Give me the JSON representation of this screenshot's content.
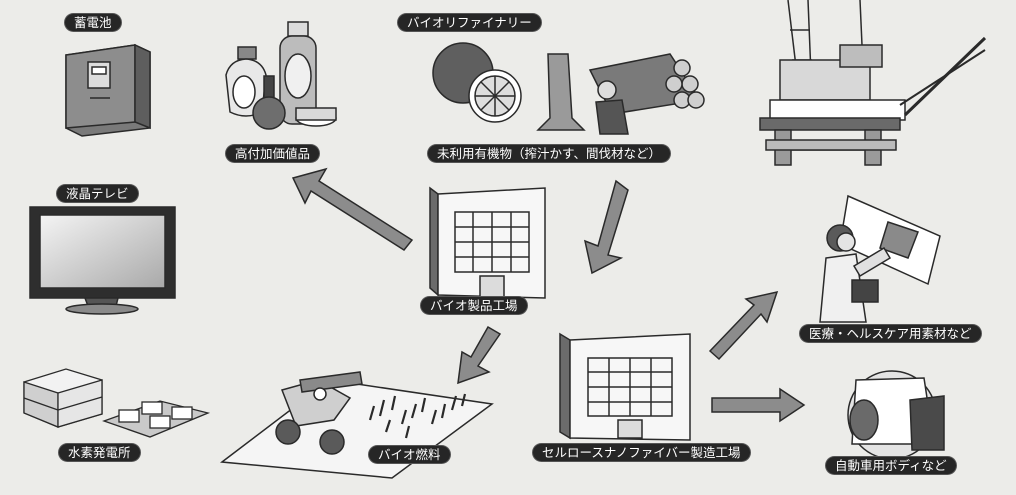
{
  "labels": {
    "battery": "蓄電池",
    "biorefinery": "バイオリファイナリー",
    "high_value": "高付加価値品",
    "unused_biomass": "未利用有機物（搾汁かす、間伐材など）",
    "lcd_tv": "液晶テレビ",
    "bio_factory": "バイオ製品工場",
    "medical": "医療・ヘルスケア用素材など",
    "hydrogen": "水素発電所",
    "biofuel": "バイオ燃料",
    "cnf_factory": "セルロースナノファイバー製造工場",
    "car_body": "自動車用ボディなど"
  },
  "colors": {
    "label_bg": "#262626",
    "label_text": "#ffffff",
    "arrow_fill": "#8c8c8c",
    "line": "#2a2a2a"
  }
}
